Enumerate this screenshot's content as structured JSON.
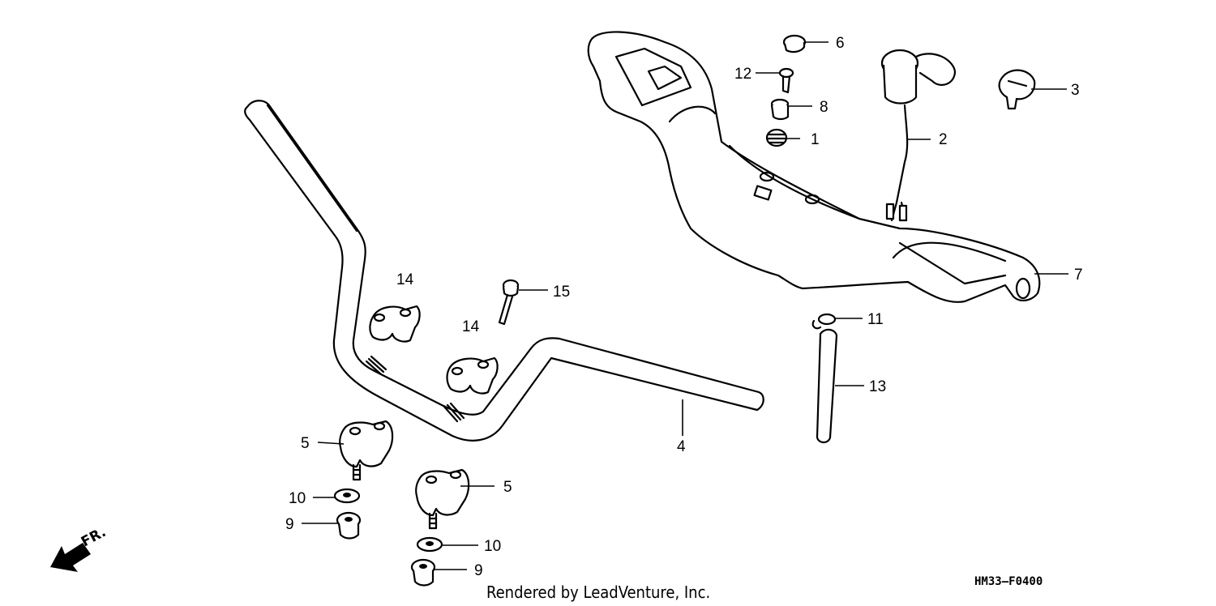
{
  "diagram_code": "HM33—F0400",
  "credit": "Rendered by LeadVenture, Inc.",
  "front_indicator": "FR.",
  "callouts": {
    "c1": "1",
    "c2": "2",
    "c3": "3",
    "c4": "4",
    "c5a": "5",
    "c5b": "5",
    "c6": "6",
    "c7": "7",
    "c8": "8",
    "c9a": "9",
    "c9b": "9",
    "c10a": "10",
    "c10b": "10",
    "c11": "11",
    "c12": "12",
    "c13": "13",
    "c14a": "14",
    "c14b": "14",
    "c15": "15"
  }
}
